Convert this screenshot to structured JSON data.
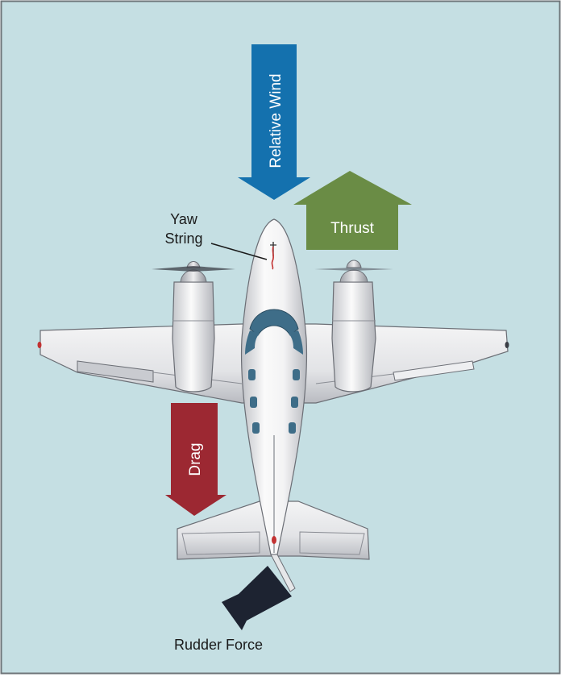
{
  "labels": {
    "relative_wind": "Relative Wind",
    "thrust": "Thrust",
    "drag": "Drag",
    "yaw_string_line1": "Yaw",
    "yaw_string_line2": "String",
    "rudder_force": "Rudder Force"
  },
  "colors": {
    "background": "#c5dfe3",
    "border": "#6e7579",
    "relative_wind": "#1471ae",
    "thrust": "#6a8c45",
    "drag": "#9c2832",
    "rudder_force": "#1d2331",
    "text_dark": "#1a1a1a",
    "text_light": "#ffffff",
    "window": "#3e6d88"
  }
}
